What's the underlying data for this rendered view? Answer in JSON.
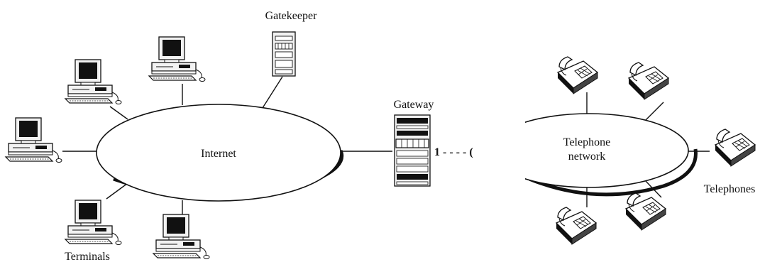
{
  "labels": {
    "gatekeeper": "Gatekeeper",
    "gateway": "Gateway",
    "internet": "Internet",
    "telephone_network_line1": "Telephone",
    "telephone_network_line2": "network",
    "telephones": "Telephones",
    "terminals": "Terminals",
    "link_marker": "1 - - - - ("
  },
  "colors": {
    "ink": "#111111",
    "paper": "#ffffff",
    "equipment_fill": "#f2f2f2"
  },
  "icons": {
    "terminal": "computer-terminal-icon",
    "gatekeeper": "server-tower-icon",
    "gateway": "gateway-rack-icon",
    "telephone": "desk-telephone-icon"
  }
}
